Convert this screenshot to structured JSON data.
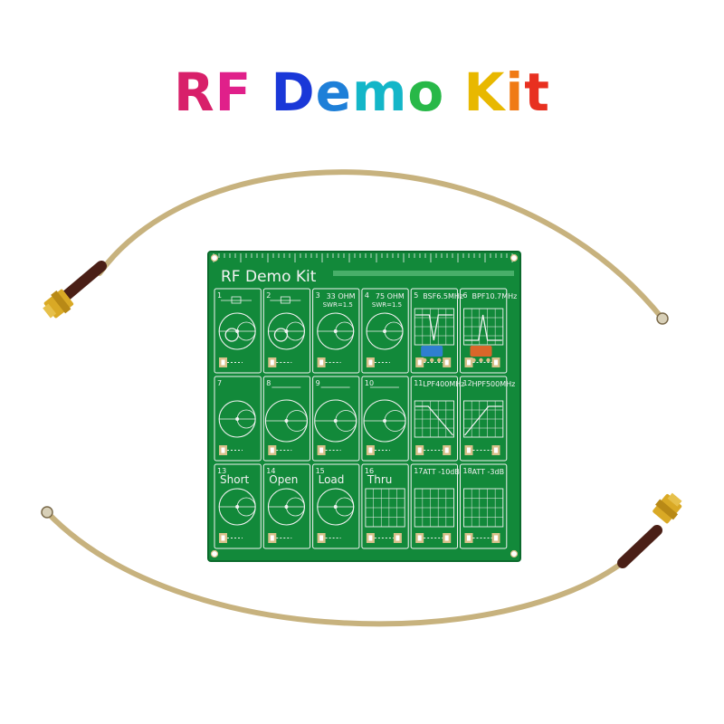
{
  "banner": {
    "title": "RF Demo Kit",
    "letter_colors": [
      "#d8206a",
      "#e0208a",
      "#ffffff",
      "#1a38d8",
      "#1e7fd8",
      "#13b6c8",
      "#28b848",
      "#ffffff",
      "#e8b800",
      "#f07a14",
      "#e83020"
    ]
  },
  "board": {
    "title": "RF Demo Kit",
    "color": "#12893a",
    "silk": "#f2f2f2",
    "pad": "#d8c08a",
    "cells": [
      {
        "num": "1",
        "label": "",
        "sub": "",
        "graphic": "smith-loop"
      },
      {
        "num": "2",
        "label": "",
        "sub": "",
        "graphic": "smith-loop"
      },
      {
        "num": "3",
        "label": "33 OHM",
        "sub": "SWR=1.5",
        "graphic": "smith"
      },
      {
        "num": "4",
        "label": "75 OHM",
        "sub": "SWR=1.5",
        "graphic": "smith"
      },
      {
        "num": "5",
        "label": "BSF6.5MHz",
        "sub": "",
        "graphic": "notch"
      },
      {
        "num": "6",
        "label": "BPF10.7MHz",
        "sub": "",
        "graphic": "peak"
      },
      {
        "num": "7",
        "label": "",
        "sub": "",
        "graphic": "smith"
      },
      {
        "num": "8",
        "label": "",
        "sub": "",
        "graphic": "smith-big"
      },
      {
        "num": "9",
        "label": "",
        "sub": "",
        "graphic": "smith-big"
      },
      {
        "num": "10",
        "label": "",
        "sub": "",
        "graphic": "smith-big"
      },
      {
        "num": "11",
        "label": "LPF400MHz",
        "sub": "",
        "graphic": "lowpass"
      },
      {
        "num": "12",
        "label": "HPF500MHz",
        "sub": "",
        "graphic": "highpass"
      },
      {
        "num": "13",
        "label": "Short",
        "sub": "",
        "graphic": "smith"
      },
      {
        "num": "14",
        "label": "Open",
        "sub": "",
        "graphic": "smith"
      },
      {
        "num": "15",
        "label": "Load",
        "sub": "",
        "graphic": "smith"
      },
      {
        "num": "16",
        "label": "Thru",
        "sub": "",
        "graphic": "grid"
      },
      {
        "num": "17",
        "label": "ATT -10dB",
        "sub": "",
        "graphic": "grid"
      },
      {
        "num": "18",
        "label": "ATT -3dB",
        "sub": "",
        "graphic": "grid"
      }
    ]
  },
  "cable": {
    "color": "#c7b27e",
    "boot": "#4a1f16",
    "connector": "#d9a925"
  },
  "component_colors": {
    "blue": "#2f7fd0",
    "orange": "#d9662a"
  }
}
